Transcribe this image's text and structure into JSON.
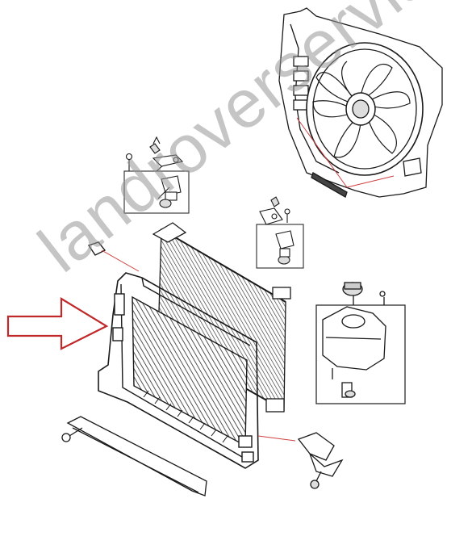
{
  "watermark": "landroverservis.ru",
  "colors": {
    "line": "#1a1a1a",
    "leader": "#d04040",
    "arrow": "#c0282a",
    "box": "#2b2b2b",
    "watermark": "#9a9a9a"
  },
  "parts": [
    {
      "name": "cooling-fan-shroud-assembly",
      "icon": "fan-icon"
    },
    {
      "name": "radiator-upper-mount-bracket-left",
      "icon": "bracket-icon"
    },
    {
      "name": "radiator-upper-mount-bracket-right",
      "icon": "bracket-icon"
    },
    {
      "name": "radiator-core",
      "icon": "radiator-icon"
    },
    {
      "name": "condenser-core",
      "icon": "radiator-icon"
    },
    {
      "name": "coolant-expansion-tank",
      "icon": "tank-icon"
    },
    {
      "name": "lower-air-deflector",
      "icon": "deflector-icon"
    },
    {
      "name": "lower-mount-bracket-right",
      "icon": "bracket-icon"
    },
    {
      "name": "locator-arrow",
      "icon": "arrow-icon"
    }
  ]
}
